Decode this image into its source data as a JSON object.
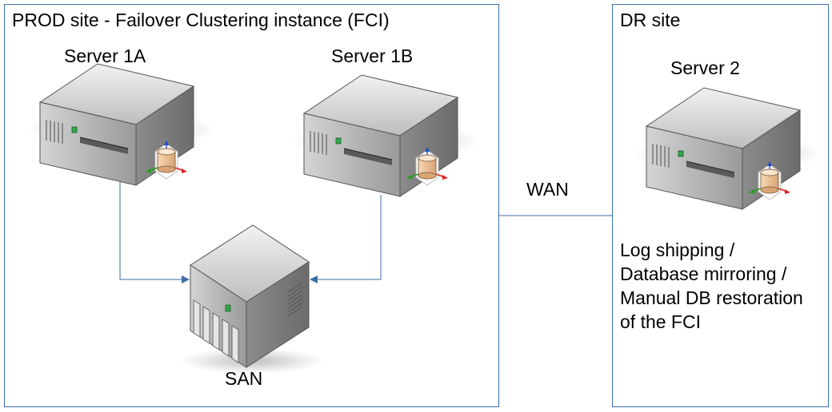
{
  "prod_site": {
    "title": "PROD site - Failover Clustering instance (FCI)"
  },
  "dr_site": {
    "title": "DR site",
    "notes": [
      "Log shipping /",
      "Database mirroring /",
      "Manual DB restoration",
      "of the FCI"
    ]
  },
  "servers": {
    "server_1a": "Server 1A",
    "server_1b": "Server 1B",
    "server_2": "Server 2"
  },
  "storage": {
    "label": "SAN"
  },
  "link": {
    "label": "WAN"
  },
  "colors": {
    "border": "#3c6ea6",
    "connector": "#3c6ea6",
    "arrow_up": "#2050c8",
    "arrow_red": "#e02020",
    "arrow_green": "#20a020"
  }
}
